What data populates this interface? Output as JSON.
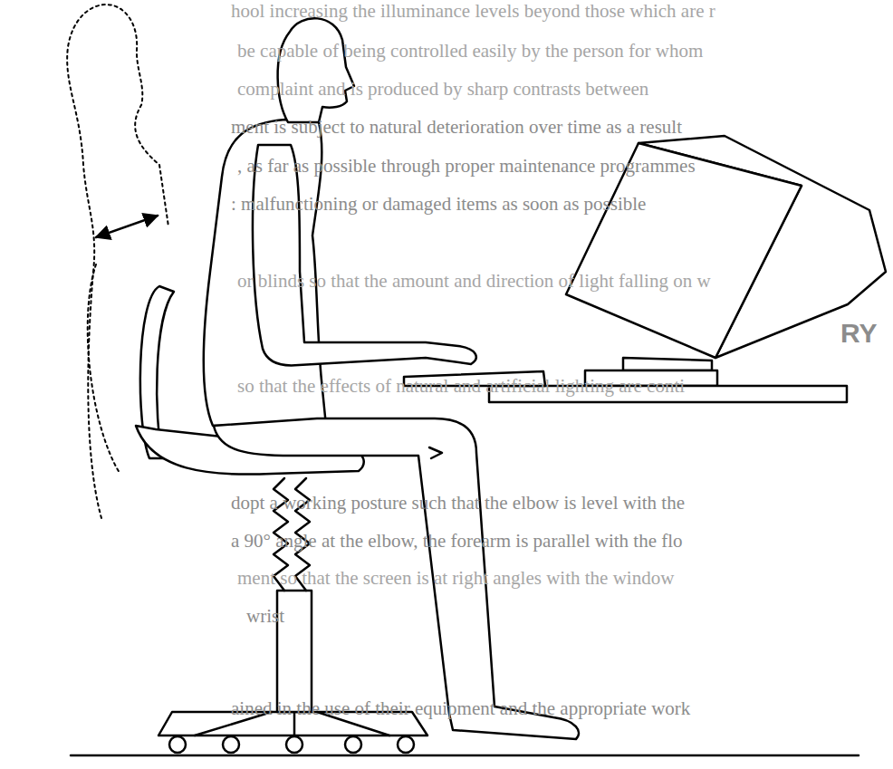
{
  "diagram": {
    "labels": [
      "hool increasing the illuminance levels beyond those which are r",
      "be capable of being controlled easily by the person for whom",
      "complaint and is produced by sharp contrasts between",
      "ment is subject to natural deterioration over time as a result",
      ", as far as possible through proper maintenance programmes",
      ": malfunctioning or damaged items as soon as possible",
      "or blinds so that the amount and direction of light falling on w",
      "RY",
      "so that the effects of natural and artificial lighting are conti",
      "dopt a working posture such that the elbow is level with the",
      "a 90° angle at the elbow, the forearm is parallel with the flo",
      "ment so that the screen is at right angles with the window",
      "wrist",
      "ained in the use of their equipment and the appropriate work"
    ]
  }
}
